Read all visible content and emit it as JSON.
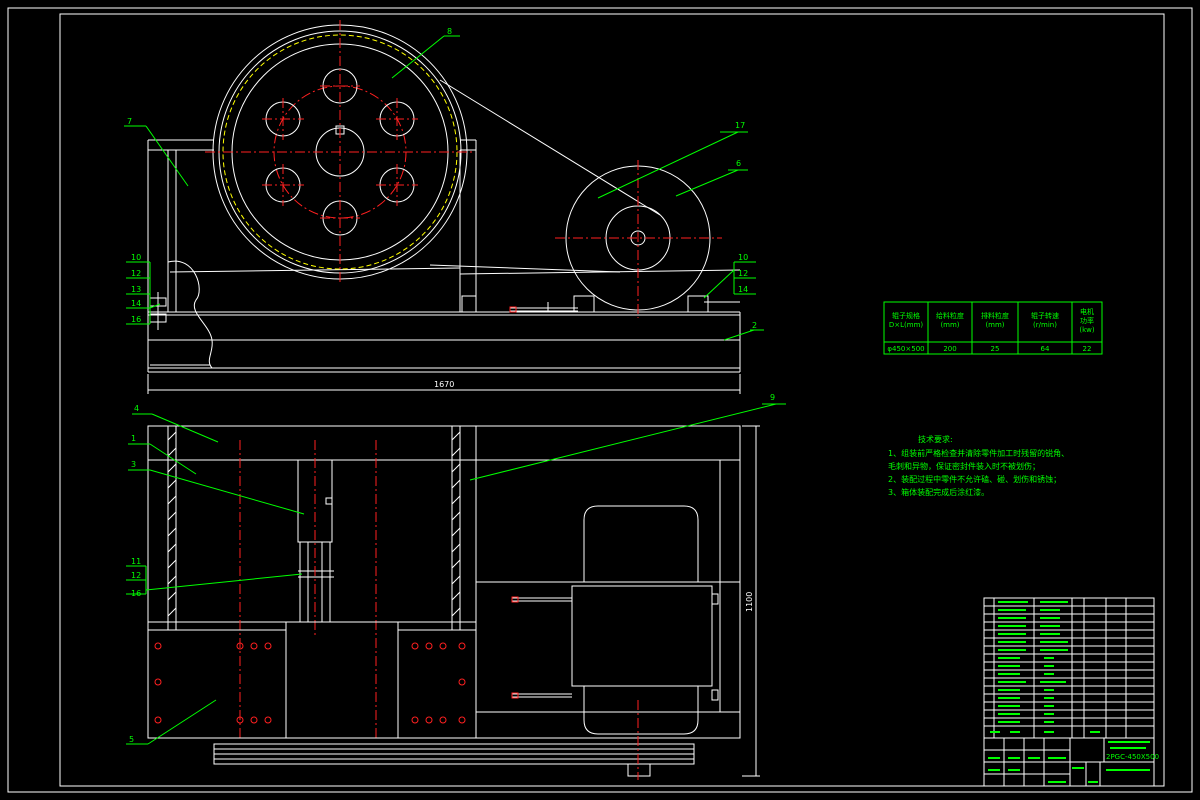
{
  "callouts": {
    "n8": "8",
    "n7": "7",
    "n17": "17",
    "n6": "6",
    "n2": "2",
    "n10_left": "10",
    "n12_left": "12",
    "n13_left": "13",
    "n14_left": "14",
    "n16_left": "16",
    "n10_right": "10",
    "n12_right": "12",
    "n14_right": "14",
    "n4": "4",
    "n1": "1",
    "n3": "3",
    "n9": "9",
    "n11_low": "11",
    "n12_low": "12",
    "n16_low": "16",
    "n5": "5"
  },
  "dimensions": {
    "width": "1670",
    "height": "1100"
  },
  "params_table": {
    "headers": [
      "辊子规格\nD×L(mm)",
      "给料粒度\n(mm)",
      "排料粒度\n(mm)",
      "辊子转速\n(r/min)",
      "电机\n功率\n(kw)"
    ],
    "values": [
      "φ450×500",
      "200",
      "25",
      "64",
      "22"
    ]
  },
  "tech_requirements": {
    "title": "技术要求:",
    "items": [
      "1、组装前严格检查并清除零件加工时残留的锐角、",
      "毛刺和异物，保证密封件装入时不被划伤；",
      "2、装配过程中零件不允许磕、碰、划伤和锈蚀；",
      "3、箱体装配完成后涂红漆。"
    ]
  },
  "title_block": {
    "drawing_number": "2PGC-450X500"
  }
}
